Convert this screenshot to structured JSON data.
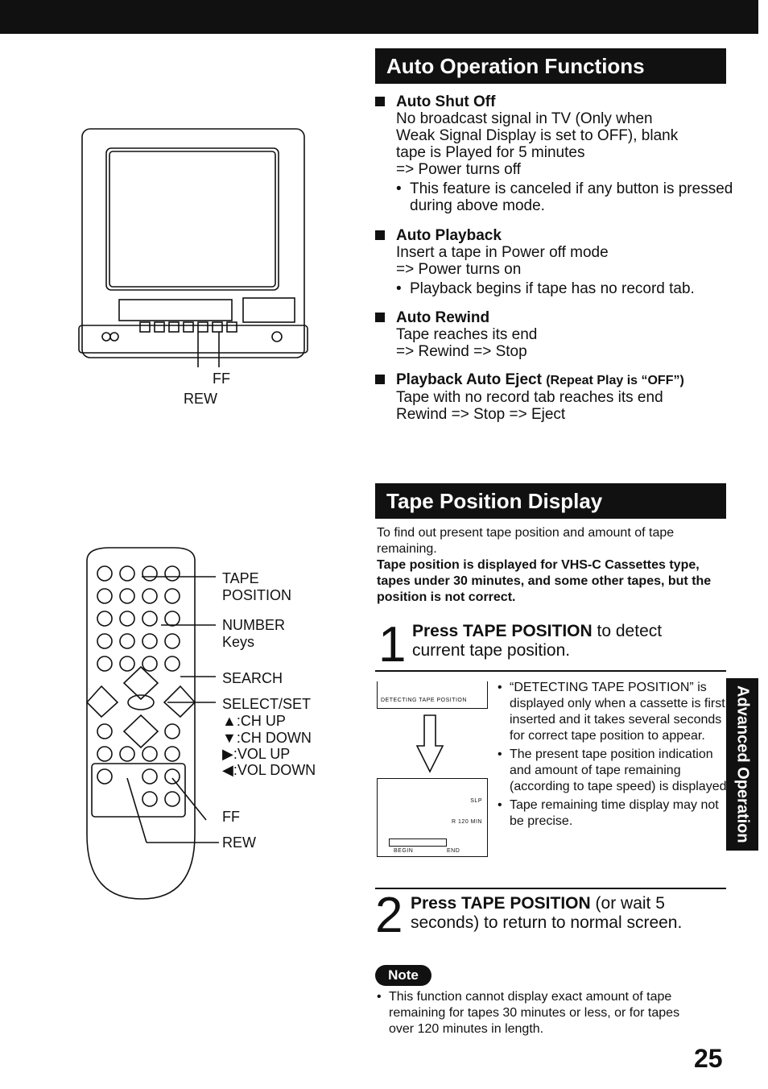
{
  "section1": {
    "title": "Auto Operation Functions",
    "items": [
      {
        "head": "Auto Shut Off",
        "lines": [
          "No broadcast signal in TV (Only when",
          "Weak Signal Display is set to OFF), blank",
          "tape is Played for 5 minutes",
          "=> Power turns off"
        ],
        "bullet": "This feature is canceled if any button is pressed during above mode."
      },
      {
        "head": "Auto Playback",
        "lines": [
          "Insert a tape in Power off mode",
          "=> Power turns on"
        ],
        "bullet": "Playback begins if tape has no record tab."
      },
      {
        "head": "Auto Rewind",
        "lines": [
          "Tape reaches its end",
          "=> Rewind => Stop"
        ]
      },
      {
        "head": "Playback Auto Eject",
        "head_note": "(Repeat Play is “OFF”)",
        "lines": [
          "Tape with no record tab reaches its end",
          "Rewind => Stop => Eject"
        ]
      }
    ]
  },
  "tv_labels": {
    "ff": "FF",
    "rew": "REW"
  },
  "remote_labels": {
    "tape_position": [
      "TAPE",
      "POSITION"
    ],
    "number": [
      "NUMBER",
      "Keys"
    ],
    "search": "SEARCH",
    "select_set": "SELECT/SET",
    "ch_up": ":CH UP",
    "ch_down": ":CH DOWN",
    "vol_up": ":VOL UP",
    "vol_down": ":VOL DOWN",
    "ff": "FF",
    "rew": "REW"
  },
  "section2": {
    "title": "Tape Position Display",
    "intro": "To find out present tape position and amount of tape remaining.",
    "intro_bold": "Tape position is displayed for VHS-C Cassettes type, tapes under 30 minutes, and some other tapes, but the position is not correct.",
    "step1": {
      "num": "1",
      "bold": "Press TAPE POSITION",
      "rest": " to detect current tape position."
    },
    "screen1_text": "DETECTING TAPE POSITION",
    "screen2": {
      "speed": "SLP",
      "remain": "R 120 MIN",
      "begin": "BEGIN",
      "end": "END"
    },
    "bullets": [
      "“DETECTING TAPE POSITION” is displayed only when a cassette is first inserted and it takes several seconds for correct tape position to appear.",
      "The present tape position indication and amount of tape remaining (according to tape speed) is displayed.",
      "Tape remaining time display may not be precise."
    ],
    "step2": {
      "num": "2",
      "bold": "Press TAPE POSITION",
      "rest": " (or wait 5 seconds) to return to normal screen."
    }
  },
  "side_tab": "Advanced Operation",
  "note": {
    "badge": "Note",
    "text": "This function cannot display exact amount of tape remaining for tapes 30 minutes or less, or for tapes over 120 minutes in length."
  },
  "page_number": "25"
}
